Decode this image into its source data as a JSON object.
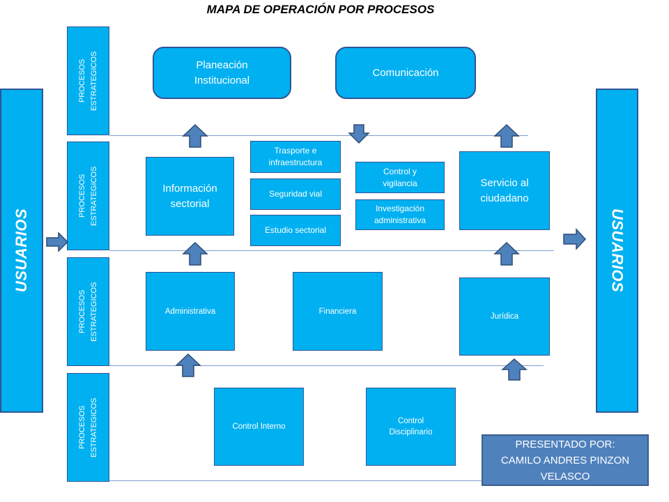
{
  "title": "MAPA DE OPERACIÓN POR PROCESOS",
  "users": {
    "left": "USUARIOS",
    "right": "USUARIOS"
  },
  "lanes": [
    "PROCESOS ESTRATEGICOS",
    "PROCESOS ESTRATEGICOS",
    "PROCESOS ESTRATEGICOS",
    "PROCESOS ESTRATEGICOS"
  ],
  "strategic": {
    "planeacion": "Planeación Institucional",
    "comunicacion": "Comunicación"
  },
  "misional": {
    "informacion": "Información sectorial",
    "trasporte": "Trasporte e infraestructura",
    "seguridad": "Seguridad vial",
    "estudio": "Estudio sectorial",
    "control_vigilancia": "Control y vigilancia",
    "investigacion": "Investigación administrativa",
    "servicio": "Servicio al ciudadano"
  },
  "apoyo": {
    "administrativa": "Administrativa",
    "financiera": "Financiera",
    "juridica": "Jurídica"
  },
  "evaluacion": {
    "control_interno": "Control Interno",
    "control_disciplinario": "Control Disciplinario"
  },
  "presenter": {
    "label": "PRESENTADO POR:",
    "name": "CAMILO ANDRES PINZON VELASCO"
  },
  "icons": {
    "up": "arrow-up-icon",
    "down": "arrow-down-icon",
    "right": "arrow-right-icon"
  },
  "colors": {
    "box_fill": "#00b0f0",
    "box_border": "#2f5597",
    "arrow_fill": "#4f81bd",
    "presenter_fill": "#4f81bd",
    "lane_line": "#7f9fcf"
  }
}
